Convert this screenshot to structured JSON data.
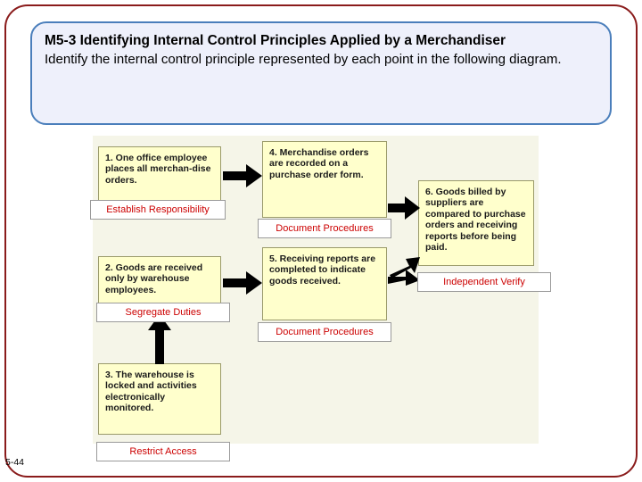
{
  "slide": {
    "page_number": "5-44",
    "title_heading": "M5-3 Identifying Internal Control Principles Applied by a Merchandiser",
    "title_sub": "Identify the internal control principle represented by each point in the following diagram."
  },
  "diagram": {
    "notes": [
      {
        "id": "note-1",
        "text": "1. One office employee places all merchan-dise orders."
      },
      {
        "id": "note-2",
        "text": "2. Goods are received only by warehouse employees."
      },
      {
        "id": "note-3",
        "text": "3. The warehouse is locked and activities electronically monitored."
      },
      {
        "id": "note-4",
        "text": "4. Merchandise orders are recorded on a purchase order form."
      },
      {
        "id": "note-5",
        "text": "5. Receiving reports are completed to indicate goods received."
      },
      {
        "id": "note-6",
        "text": "6. Goods billed by suppliers are compared to purchase orders and receiving reports before being paid."
      }
    ],
    "answers": [
      {
        "id": "answer-establish-responsibility",
        "text": "Establish Responsibility"
      },
      {
        "id": "answer-document-procedures-1",
        "text": "Document Procedures"
      },
      {
        "id": "answer-independent-verify",
        "text": "Independent Verify"
      },
      {
        "id": "answer-segregate-duties",
        "text": "Segregate Duties"
      },
      {
        "id": "answer-document-procedures-2",
        "text": "Document Procedures"
      },
      {
        "id": "answer-restrict-access",
        "text": "Restrict Access"
      }
    ]
  },
  "colors": {
    "frame_border": "#8a1b1b",
    "callout_border": "#4a7ebb",
    "callout_fill": "#eef0fb",
    "note_fill": "#ffffcc",
    "answer_text": "#cc0000",
    "diagram_bg": "#f5f5e8"
  }
}
